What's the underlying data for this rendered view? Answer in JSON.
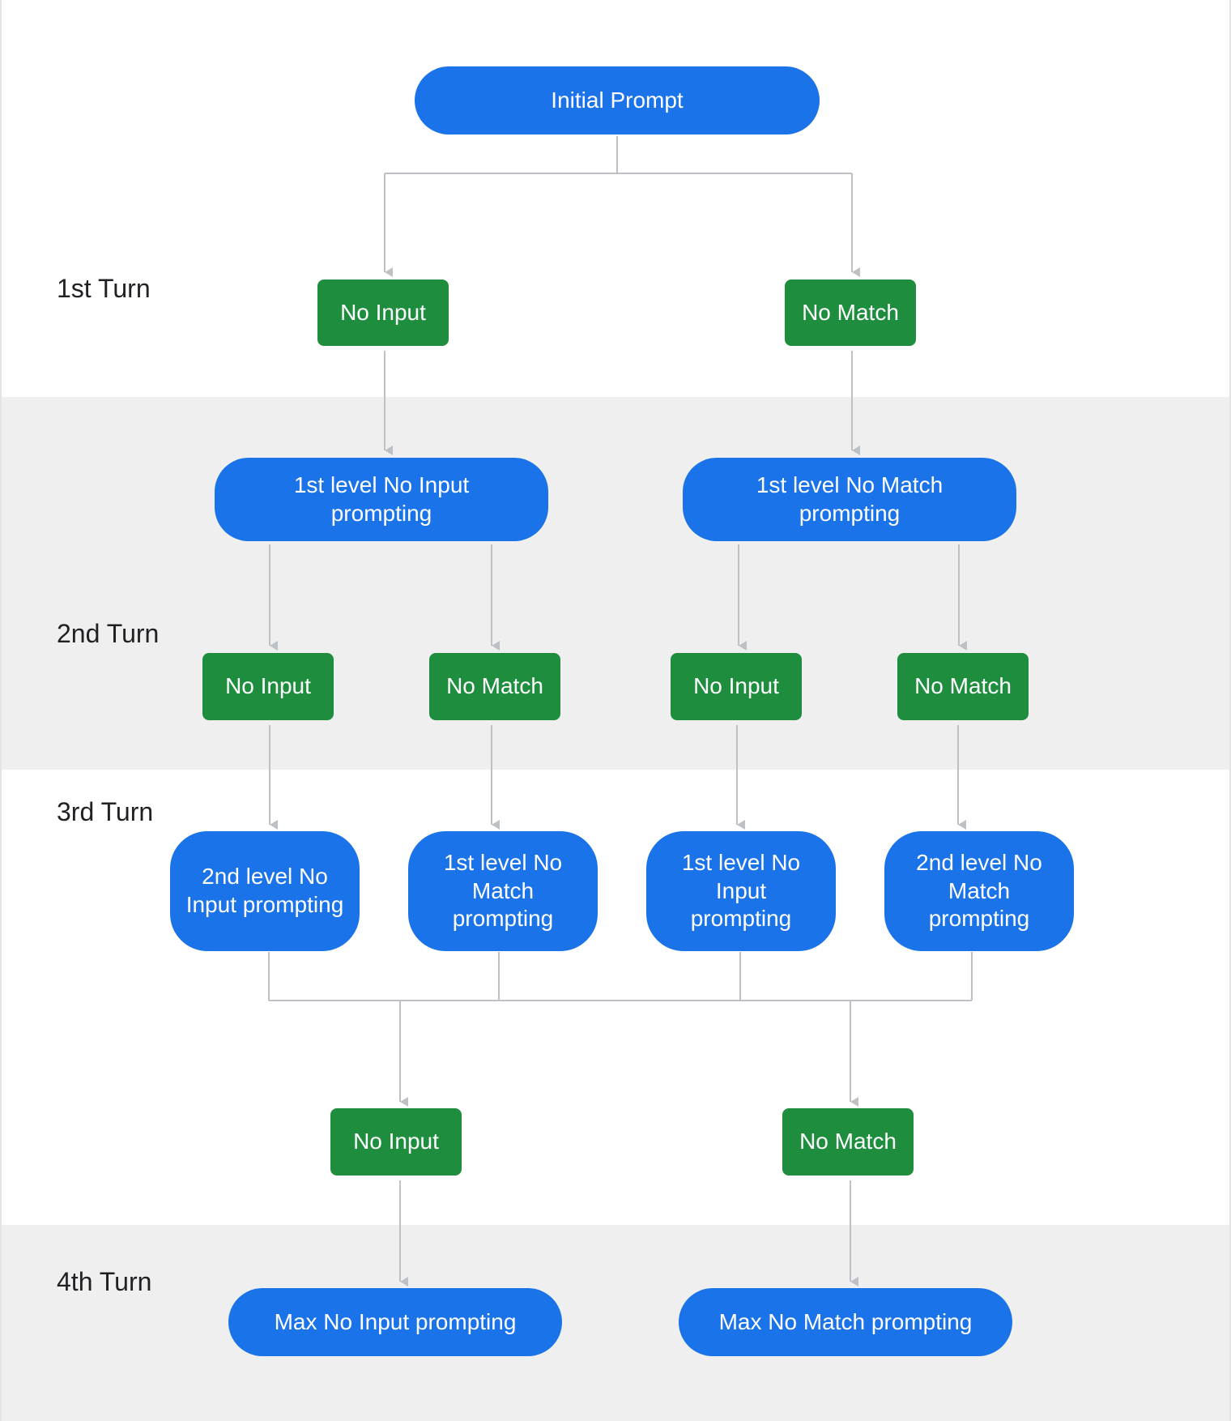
{
  "turns": [
    {
      "label": "1st Turn"
    },
    {
      "label": "2nd Turn"
    },
    {
      "label": "3rd Turn"
    },
    {
      "label": "4th Turn"
    }
  ],
  "nodes": {
    "initial_prompt": "Initial Prompt",
    "t1_no_input": "No Input",
    "t1_no_match": "No Match",
    "t1_no_input_prompting": "1st level No Input prompting",
    "t1_no_match_prompting": "1st level No Match prompting",
    "t2_no_input_a": "No Input",
    "t2_no_match_a": "No Match",
    "t2_no_input_b": "No Input",
    "t2_no_match_b": "No Match",
    "t3_2nd_no_input_prompting": "2nd level No Input prompting",
    "t3_1st_no_match_prompting": "1st level No Match prompting",
    "t3_1st_no_input_prompting": "1st level No Input prompting",
    "t3_2nd_no_match_prompting": "2nd level No Match prompting",
    "t4_no_input": "No Input",
    "t4_no_match": "No Match",
    "max_no_input_prompting": "Max No Input prompting",
    "max_no_match_prompting": "Max No Match prompting"
  },
  "colors": {
    "prompt": "#1a73e8",
    "event": "#1e8e3e",
    "connector": "#bdc1c6",
    "band_grey": "#efefef"
  }
}
